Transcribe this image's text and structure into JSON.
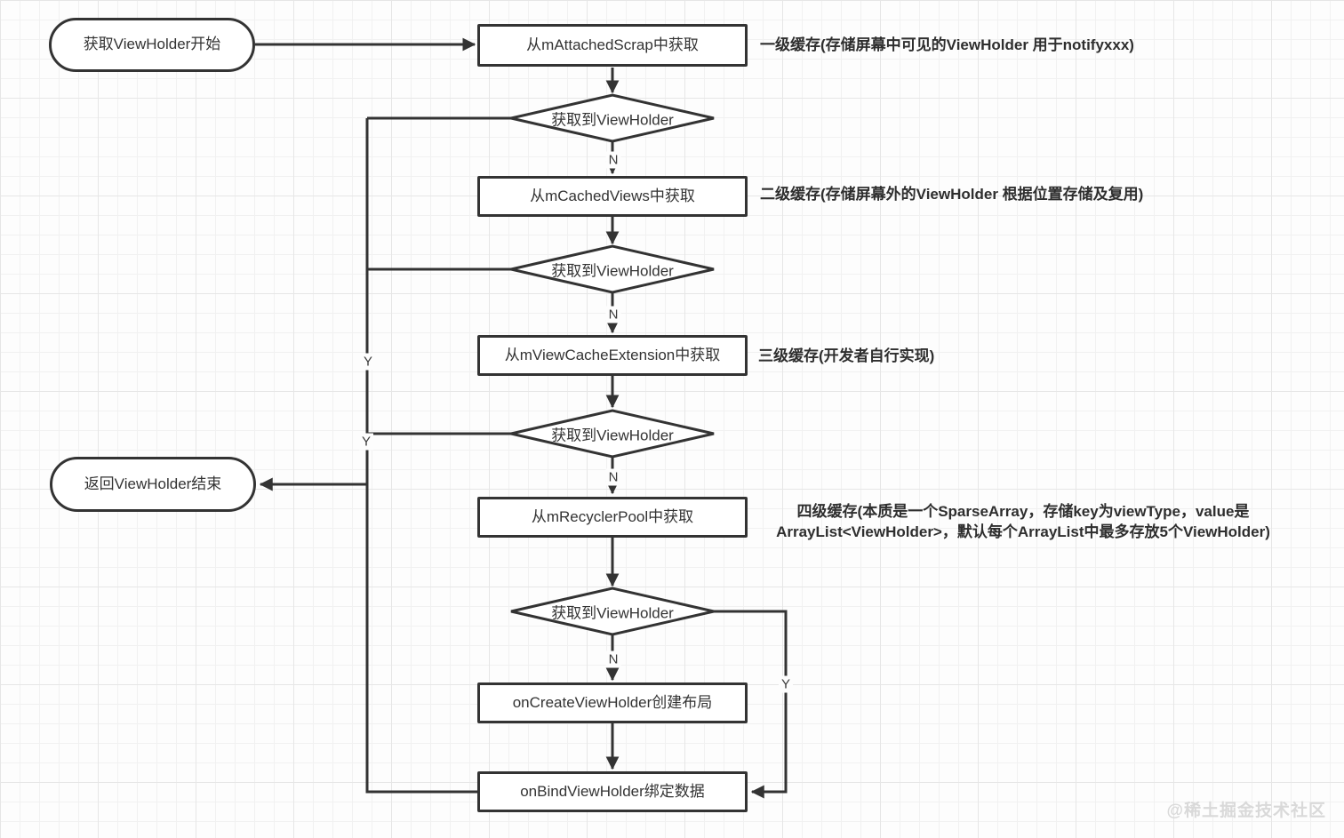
{
  "nodes": {
    "start": "获取ViewHolder开始",
    "get_attached_scrap": "从mAttachedScrap中获取",
    "decision_got_viewholder": "获取到ViewHolder",
    "get_cached_views": "从mCachedViews中获取",
    "get_view_cache_extension": "从mViewCacheExtension中获取",
    "get_recycler_pool": "从mRecyclerPool中获取",
    "on_create_view_holder": "onCreateViewHolder创建布局",
    "on_bind_view_holder": "onBindViewHolder绑定数据",
    "end": "返回ViewHolder结束"
  },
  "annotations": {
    "level1": "一级缓存(存储屏幕中可见的ViewHolder 用于notifyxxx)",
    "level2": "二级缓存(存储屏幕外的ViewHolder 根据位置存储及复用)",
    "level3": "三级缓存(开发者自行实现)",
    "level4_line1": "四级缓存(本质是一个SparseArray，存储key为viewType，value是",
    "level4_line2": "ArrayList<ViewHolder>，默认每个ArrayList中最多存放5个ViewHolder)"
  },
  "edge_labels": {
    "no": "N",
    "yes": "Y"
  },
  "watermark": "@稀土掘金技术社区",
  "colors": {
    "stroke": "#333333",
    "node_fill": "#ffffff",
    "text": "#333333",
    "watermark": "#d9d9d9"
  }
}
